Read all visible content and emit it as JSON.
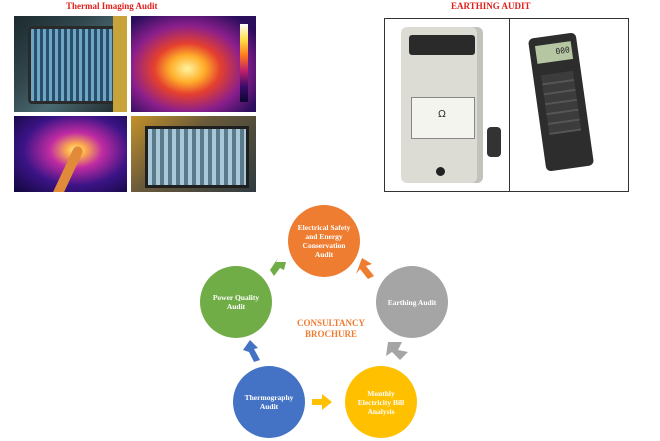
{
  "headings": {
    "thermal": "Thermal Imaging Audit",
    "earthing": "EARTHING AUDIT"
  },
  "earthing_images": {
    "dial_symbol": "Ω",
    "digital_display": "000"
  },
  "cycle": {
    "center": "CONSULTANCY BROCHURE",
    "steps": [
      {
        "label": "Electrical Safety and Energy Conservation Audit",
        "color": "#ee7d31"
      },
      {
        "label": "Earthing Audit",
        "color": "#a5a5a5"
      },
      {
        "label": "Monthly Electricity Bill Analysis",
        "color": "#ffc000"
      },
      {
        "label": "Thermography Audit",
        "color": "#4472c4"
      },
      {
        "label": "Power Quality Audit",
        "color": "#70ad47"
      }
    ]
  }
}
